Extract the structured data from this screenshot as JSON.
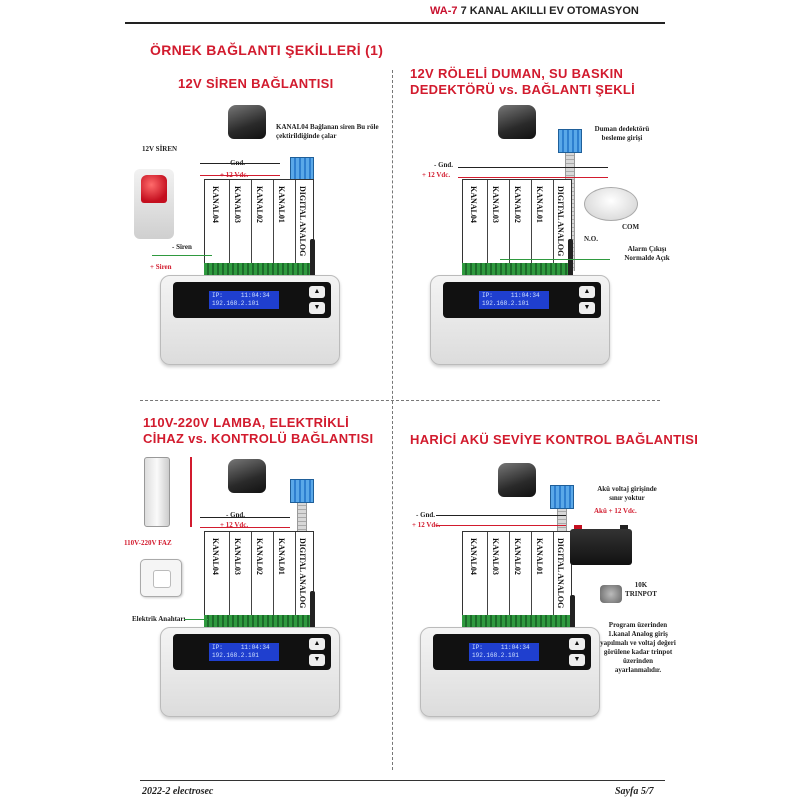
{
  "header": {
    "model": "WA-7",
    "title": "7 KANAL AKILLI EV OTOMASYON"
  },
  "page_title": "ÖRNEK BAĞLANTI ŞEKİLLERİ (1)",
  "device": {
    "channels": [
      "KANAL04",
      "KANAL03",
      "KANAL02",
      "KANAL01",
      "DIGITAL ANALOG"
    ],
    "lcd_line1_left": "IP:",
    "lcd_line1_right": "11:04:34",
    "lcd_line2": "192.168.2.101",
    "btn_up": "▲",
    "btn_down": "▼"
  },
  "labels": {
    "gnd": "- Gnd.",
    "vdc": "+ 12 Vdc."
  },
  "sections": {
    "siren": {
      "title": "12V SİREN BAĞLANTISI",
      "siren_label": "12V SİREN",
      "note": "KANAL04 Bağlanan siren Bu röle çektirildiğinde çalar",
      "minus_siren": "- Siren",
      "plus_siren": "+ Siren"
    },
    "smoke": {
      "title_line1": "12V RÖLELİ DUMAN, SU BASKIN",
      "title_line2": "DEDEKTÖRÜ vs. BAĞLANTI ŞEKLİ",
      "power_note": "Duman dedektörü besleme girişi",
      "no": "N.O.",
      "com": "COM",
      "alarm_note": "Alarm Çıkışı Normalde Açık"
    },
    "lamp": {
      "title_line1": "110V-220V LAMBA, ELEKTRİKLİ",
      "title_line2": "CİHAZ vs. KONTROLÜ BAĞLANTISI",
      "faz": "110V-220V FAZ",
      "switch_label": "Elektrik Anahtarı"
    },
    "battery": {
      "title": "HARİCİ AKÜ SEVİYE KONTROL BAĞLANTISI",
      "voltage_note": "Akü voltaj girişinde sınır yoktur",
      "battery_plus": "Akü + 12 Vdc.",
      "trimpot": "10K TRINPOT",
      "program_note": "Program üzerinden 1.kanal Analog giriş yapılmalı ve voltaj değeri görülene kadar trinpot üzerinden ayarlanmalıdır."
    }
  },
  "footer": {
    "left": "2022-2 electrosec",
    "right": "Sayfa 5/7"
  }
}
